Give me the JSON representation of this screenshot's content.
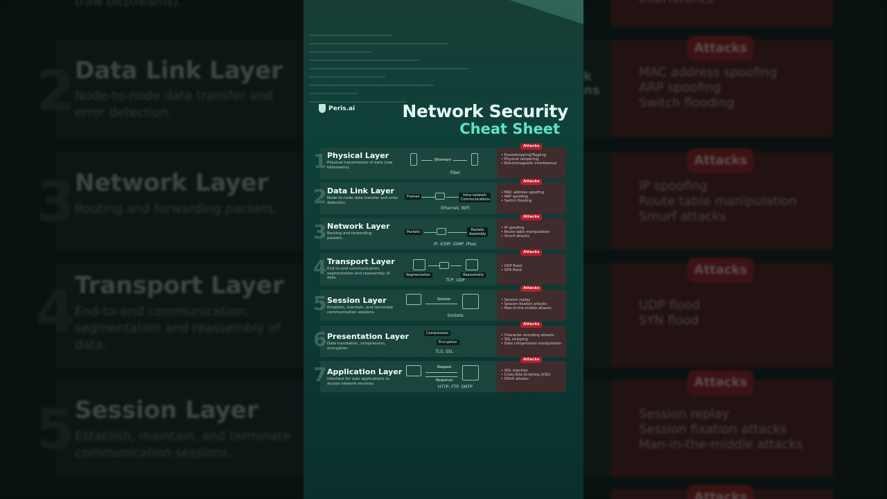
{
  "card": {
    "brand": "Peris.ai",
    "title_line1": "Network Security",
    "title_line2": "Cheat Sheet",
    "attacks_label": "Attacks"
  },
  "layers": [
    {
      "num": "1",
      "title": "Physical Layer",
      "desc": "Physical transmission of data (raw bitstreams).",
      "protocols": "Fiber",
      "labels": [
        "Bitstream"
      ],
      "attacks": [
        "Eavesdropping/Tapping",
        "Physical tampering",
        "Electromagnetic interference"
      ]
    },
    {
      "num": "2",
      "title": "Data Link Layer",
      "desc": "Node-to-node data transfer and error detection.",
      "protocols": "Ethernet, WiFi",
      "labels": [
        "Frames",
        "Intra-network Communications"
      ],
      "attacks": [
        "MAC address spoofing",
        "ARP spoofing",
        "Switch flooding"
      ]
    },
    {
      "num": "3",
      "title": "Network Layer",
      "desc": "Routing and forwarding packets.",
      "protocols": "IP, ICMP, IGMP, IPsec",
      "labels": [
        "Packets",
        "Packets Assembly"
      ],
      "attacks": [
        "IP spoofing",
        "Route table manipulation",
        "Smurf attacks"
      ]
    },
    {
      "num": "4",
      "title": "Transport Layer",
      "desc": "End-to-end communication; segmentation and reassembly of data.",
      "protocols": "TCP, UDP",
      "labels": [
        "Segmentation",
        "Reassembly"
      ],
      "attacks": [
        "UDP flood",
        "SYN flood"
      ]
    },
    {
      "num": "5",
      "title": "Session Layer",
      "desc": "Establish, maintain, and terminate communication sessions.",
      "protocols": "Sockets",
      "labels": [
        "Session"
      ],
      "attacks": [
        "Session replay",
        "Session fixation attacks",
        "Man-in-the-middle attacks"
      ]
    },
    {
      "num": "6",
      "title": "Presentation Layer",
      "desc": "Data translation, compression, encryption.",
      "protocols": "TLS, SSL",
      "labels": [
        "Compression",
        "Encryption"
      ],
      "attacks": [
        "Character encoding attacks",
        "SSL stripping",
        "Data compression manipulation"
      ]
    },
    {
      "num": "7",
      "title": "Application Layer",
      "desc": "Interface for user applications to access network services.",
      "protocols": "HTTP, FTP, SMTP",
      "labels": [
        "Request",
        "Response"
      ],
      "attacks": [
        "SQL injection",
        "Cross-Site Scripting (XSS)",
        "DDoS attacks"
      ]
    }
  ],
  "background": {
    "top_desc_fragment": "(raw bitstreams).",
    "top_atk_fragment": "interference",
    "right_fragment_1": "k",
    "right_fragment_2": "ns",
    "rows": [
      {
        "num": "2",
        "title": "Data Link Layer",
        "desc": "Node-to-node data transfer and error detection.",
        "attacks": [
          "MAC address spoofing",
          "ARP spoofing",
          "Switch flooding"
        ]
      },
      {
        "num": "3",
        "title": "Network Layer",
        "desc": "Routing and forwarding packets.",
        "attacks": [
          "IP spoofing",
          "Route table manipulation",
          "Smurf attacks"
        ]
      },
      {
        "num": "4",
        "title": "Transport Layer",
        "desc": "End-to-end communication; segmentation and reassembly of data.",
        "attacks": [
          "UDP flood",
          "SYN flood"
        ]
      },
      {
        "num": "5",
        "title": "Session Layer",
        "desc": "Establish, maintain, and terminate communication sessions.",
        "attacks": [
          "Session replay",
          "Session fixation attacks",
          "Man-in-the-middle attacks"
        ]
      }
    ],
    "bottom_pill": "Attacks"
  }
}
